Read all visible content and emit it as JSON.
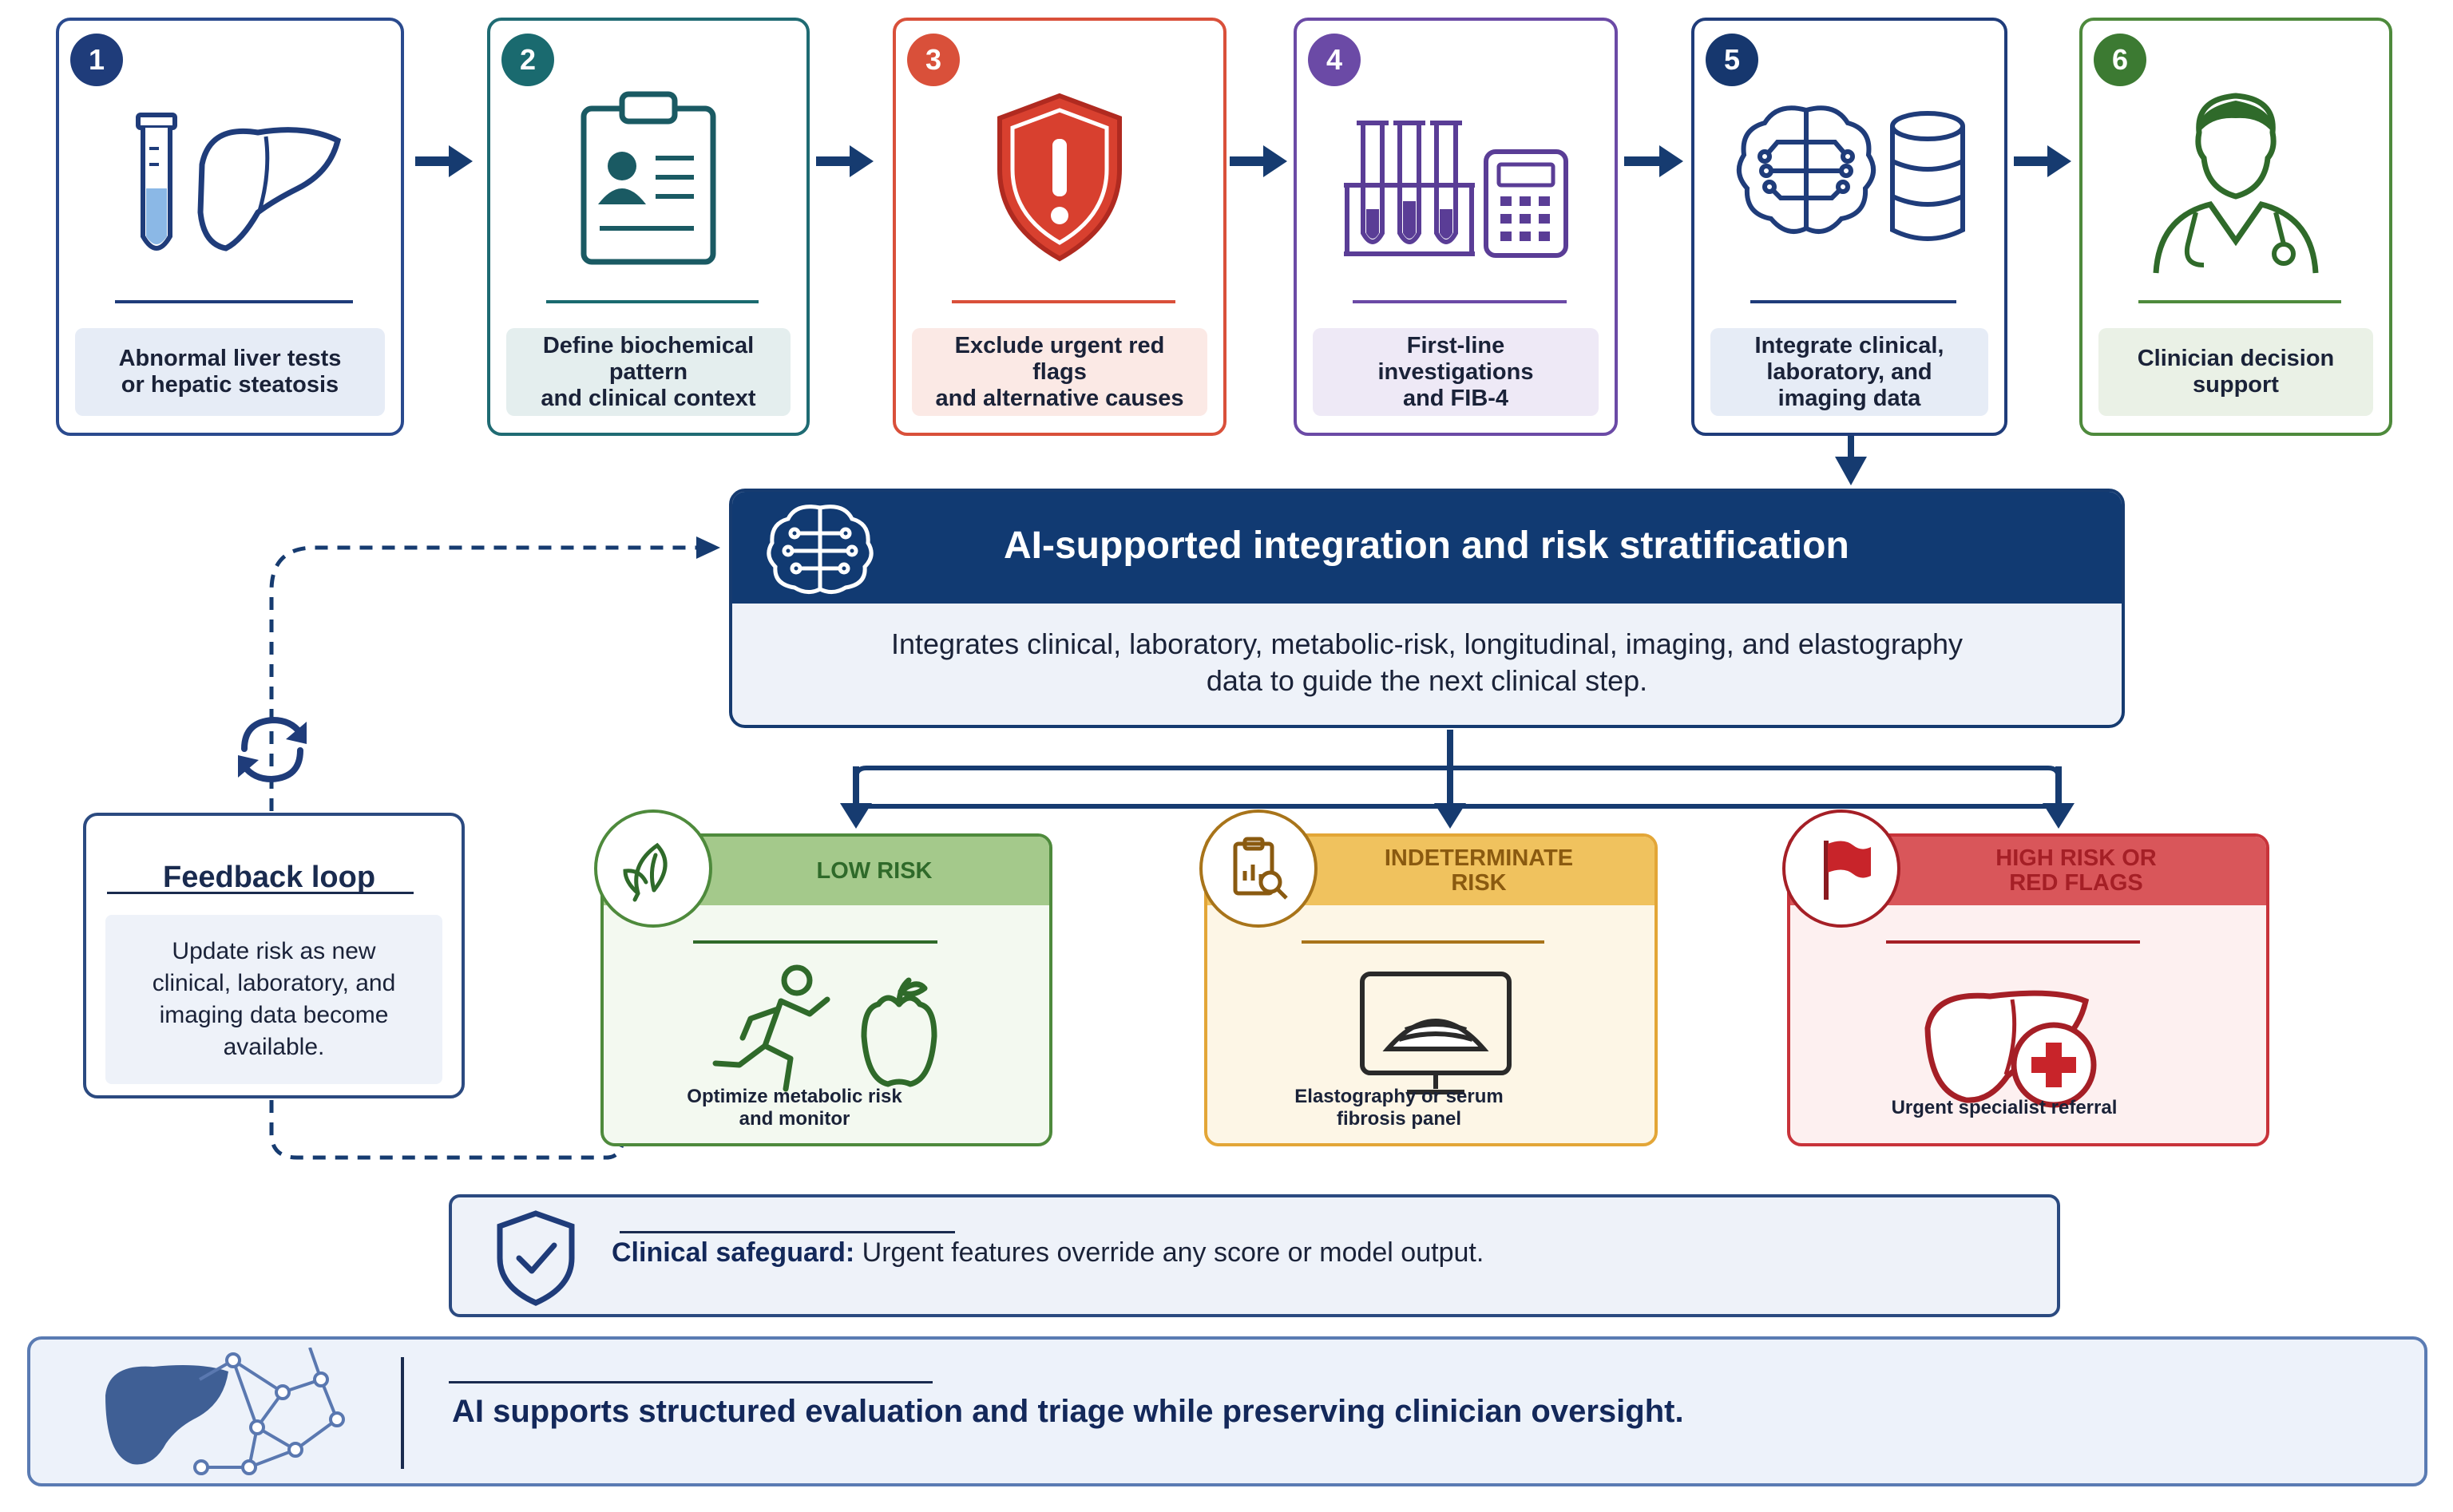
{
  "steps": [
    {
      "number": "1",
      "label": "Abnormal liver tests\nor hepatic steatosis",
      "icon": "test-tube-liver-icon",
      "color": "#2a4a8e",
      "label_bg": "#e6ecf6"
    },
    {
      "number": "2",
      "label": "Define biochemical\npattern\nand clinical context",
      "icon": "clipboard-patient-icon",
      "color": "#1f6b73",
      "label_bg": "#e4eeee"
    },
    {
      "number": "3",
      "label": "Exclude urgent red\nflags\nand alternative causes",
      "icon": "shield-alert-icon",
      "color": "#d9503a",
      "label_bg": "#fbe9e5"
    },
    {
      "number": "4",
      "label": "First-line\ninvestigations\nand FIB-4",
      "icon": "test-tubes-calculator-icon",
      "color": "#6b4aa6",
      "label_bg": "#eee9f6"
    },
    {
      "number": "5",
      "label": "Integrate clinical,\nlaboratory, and\nimaging data",
      "icon": "brain-database-icon",
      "color": "#1f3c7a",
      "label_bg": "#e6ecf6"
    },
    {
      "number": "6",
      "label": "Clinician decision\nsupport",
      "icon": "doctor-icon",
      "color": "#4e8a3c",
      "label_bg": "#eaf1e6"
    }
  ],
  "ai_box": {
    "title": "AI-supported integration and risk stratification",
    "description": "Integrates clinical, laboratory, metabolic-risk, longitudinal, imaging, and elastography\ndata to guide the next clinical step.",
    "icon": "brain-circuit-icon"
  },
  "risk_levels": [
    {
      "title": "LOW RISK",
      "caption": "Optimize metabolic risk\nand monitor",
      "icon": "leaf-icon",
      "illustration": "runner-apple-icon",
      "color": "#4e8a3c",
      "head_bg": "#a4c98b",
      "title_color": "#2f6a2a",
      "body_bg": "#f3f9f0"
    },
    {
      "title": "INDETERMINATE\nRISK",
      "caption": "Elastography or serum\nfibrosis panel",
      "icon": "clipboard-chart-icon",
      "illustration": "ultrasound-monitor-icon",
      "color": "#e3a637",
      "head_bg": "#f0c25e",
      "title_color": "#8a5a10",
      "body_bg": "#fdf6e6"
    },
    {
      "title": "HIGH RISK OR\nRED FLAGS",
      "caption": "Urgent specialist referral",
      "icon": "red-flag-icon",
      "illustration": "liver-cross-icon",
      "color": "#c8333a",
      "head_bg": "#d9565a",
      "title_color": "#a51f26",
      "body_bg": "#fdf0f0"
    }
  ],
  "feedback": {
    "title": "Feedback loop",
    "body": "Update risk as new\nclinical, laboratory, and\nimaging data become\navailable.",
    "icon": "refresh-cycle-icon"
  },
  "safeguard": {
    "label": "Clinical safeguard:",
    "text": " Urgent features override any score or model output.",
    "icon": "shield-check-icon"
  },
  "banner": {
    "text": "AI supports structured evaluation and triage while preserving clinician oversight.",
    "icon": "liver-network-icon"
  }
}
